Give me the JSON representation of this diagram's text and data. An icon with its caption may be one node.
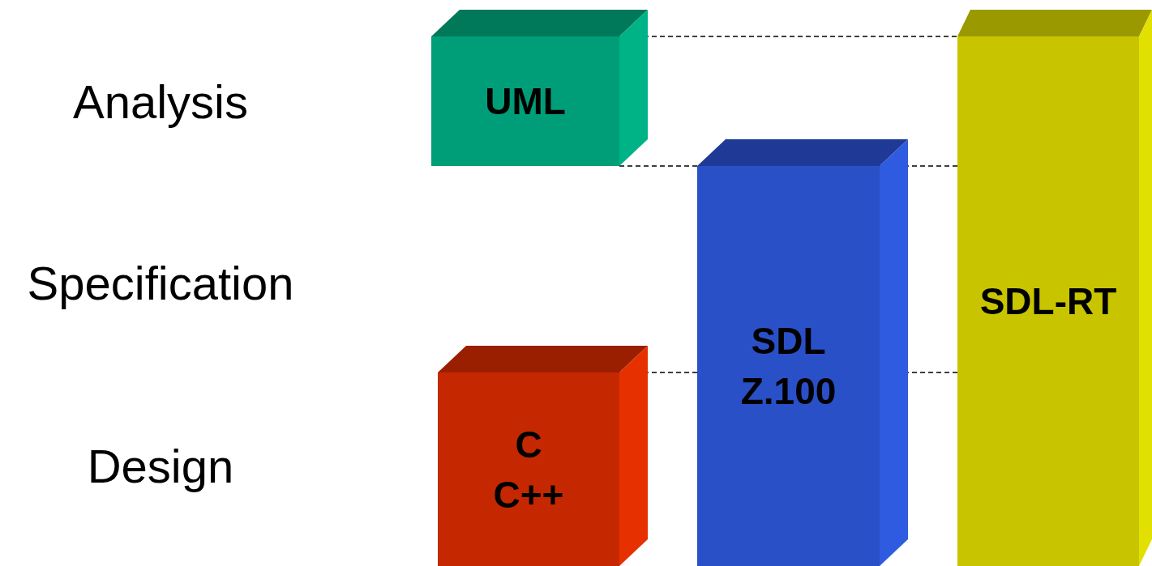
{
  "diagram": {
    "nodes": [
      {
        "text": [
          "UML"
        ]
      },
      {
        "text": [
          "SDL-RT"
        ]
      },
      {
        "text": [
          "SDL",
          "Z.100"
        ]
      },
      {
        "text": [
          "C",
          "C++"
        ]
      }
    ],
    "edges": [
      {
        "from": 0,
        "to": 1,
        "arrow": "none",
        "style": "dashed"
      },
      {
        "from": 0,
        "to": 2,
        "arrow": "none",
        "style": "dashed"
      },
      {
        "from": 2,
        "to": 1,
        "arrow": "none",
        "style": "dashed"
      },
      {
        "from": 3,
        "to": 2,
        "arrow": "none",
        "style": "dashed"
      },
      {
        "from": 2,
        "to": 1,
        "arrow": "none",
        "style": "dashed"
      }
    ],
    "labels": [
      "Analysis",
      "Specification",
      "Design"
    ]
  }
}
